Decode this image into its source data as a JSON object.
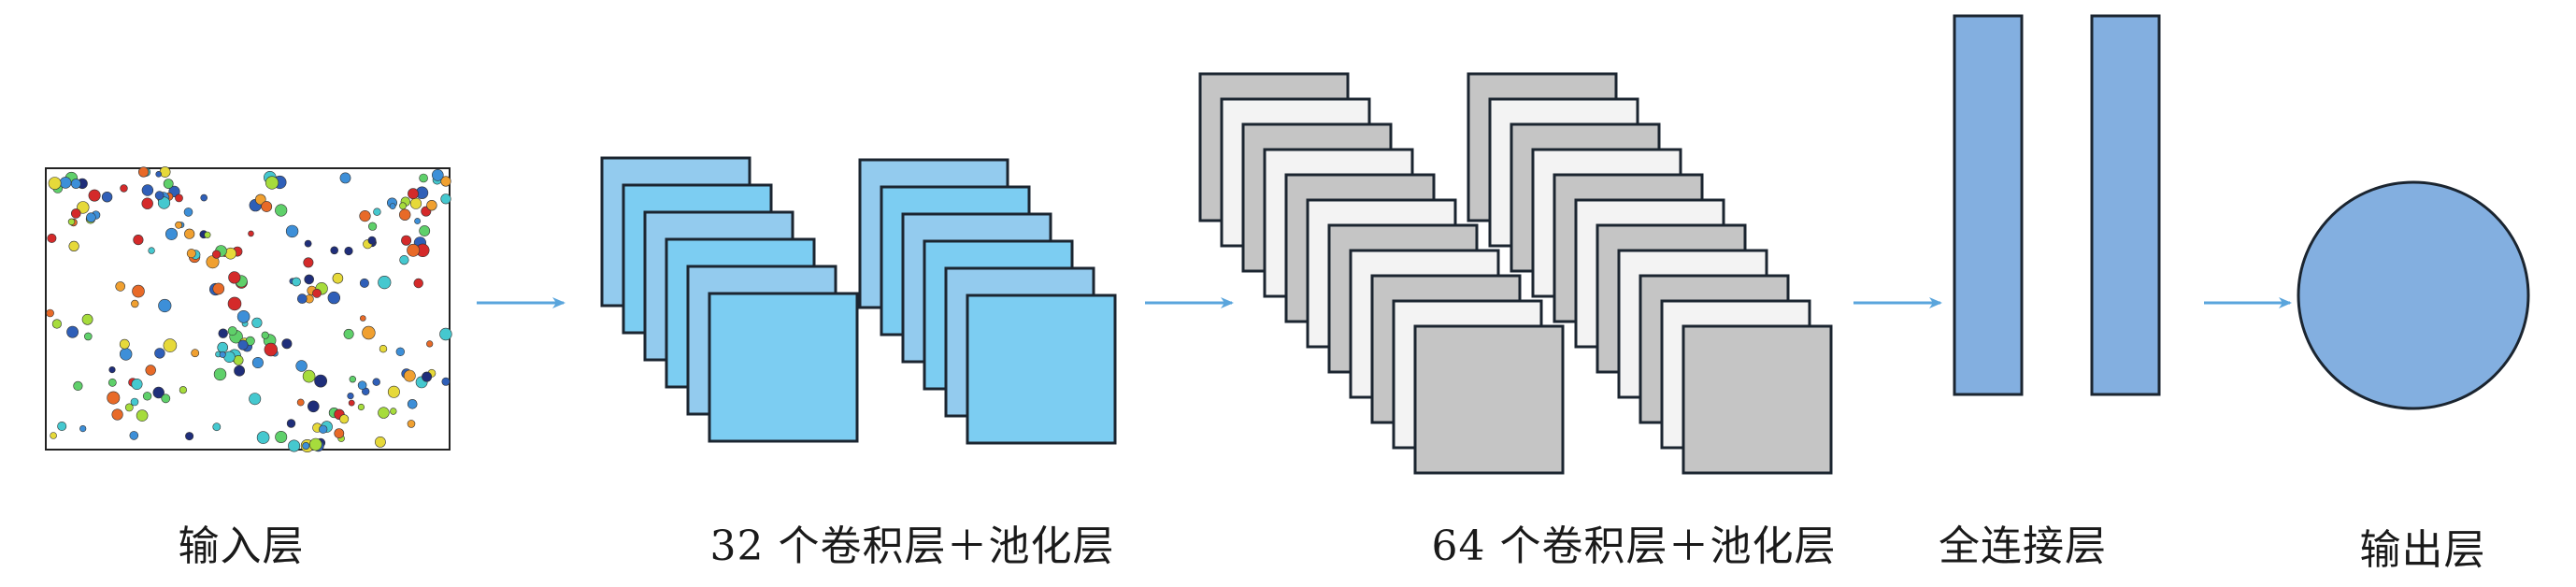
{
  "title": "CNN architecture diagram",
  "colors": {
    "arrow": "#5aa5dc",
    "conv_light": "#93cbee",
    "conv_dark": "#7ccdf2",
    "pool_gray": "#c5c5c5",
    "pool_white": "#f3f3f3",
    "dense": "#83afe0",
    "stroke": "#1b2530"
  },
  "layers": [
    {
      "id": "input",
      "label": "输入层",
      "kind": "scatter-image"
    },
    {
      "id": "conv32",
      "label": "32 个卷积层＋池化层",
      "kind": "feature-map-stack",
      "stacks": 2,
      "maps_per_stack": 6
    },
    {
      "id": "conv64",
      "label": "64 个卷积层＋池化层",
      "kind": "feature-map-stack",
      "stacks": 2,
      "maps_per_stack": 11
    },
    {
      "id": "dense",
      "label": "全连接层",
      "kind": "dense-bars",
      "bars": 2
    },
    {
      "id": "output",
      "label": "输出层",
      "kind": "circle"
    }
  ],
  "arrows": [
    {
      "from": "input",
      "to": "conv32"
    },
    {
      "from": "conv32",
      "to": "conv64"
    },
    {
      "from": "conv64",
      "to": "dense"
    },
    {
      "from": "dense",
      "to": "output"
    }
  ],
  "scatter_palette": [
    "#1f2e7a",
    "#2f5fb8",
    "#3d8fd8",
    "#45c8cf",
    "#5fd06a",
    "#a6dc3c",
    "#e6d93a",
    "#f0a030",
    "#e86a28",
    "#d42a2a"
  ]
}
